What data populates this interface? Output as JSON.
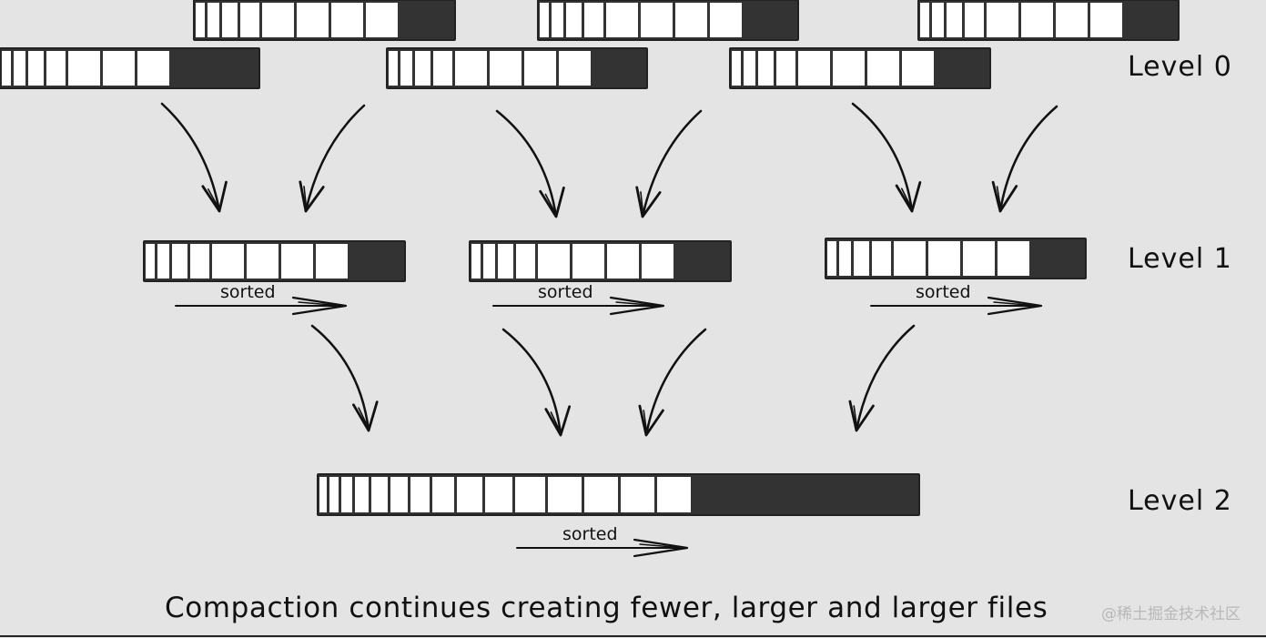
{
  "levels": {
    "level0": "Level 0",
    "level1": "Level 1",
    "level2": "Level 2"
  },
  "sorted_label": "sorted",
  "caption": "Compaction continues creating fewer, larger and larger files",
  "watermark": "@稀土掘金技术社区",
  "colors": {
    "background": "#e4e4e4",
    "ink": "#111111",
    "filled": "#333333",
    "cell": "#ffffff"
  }
}
